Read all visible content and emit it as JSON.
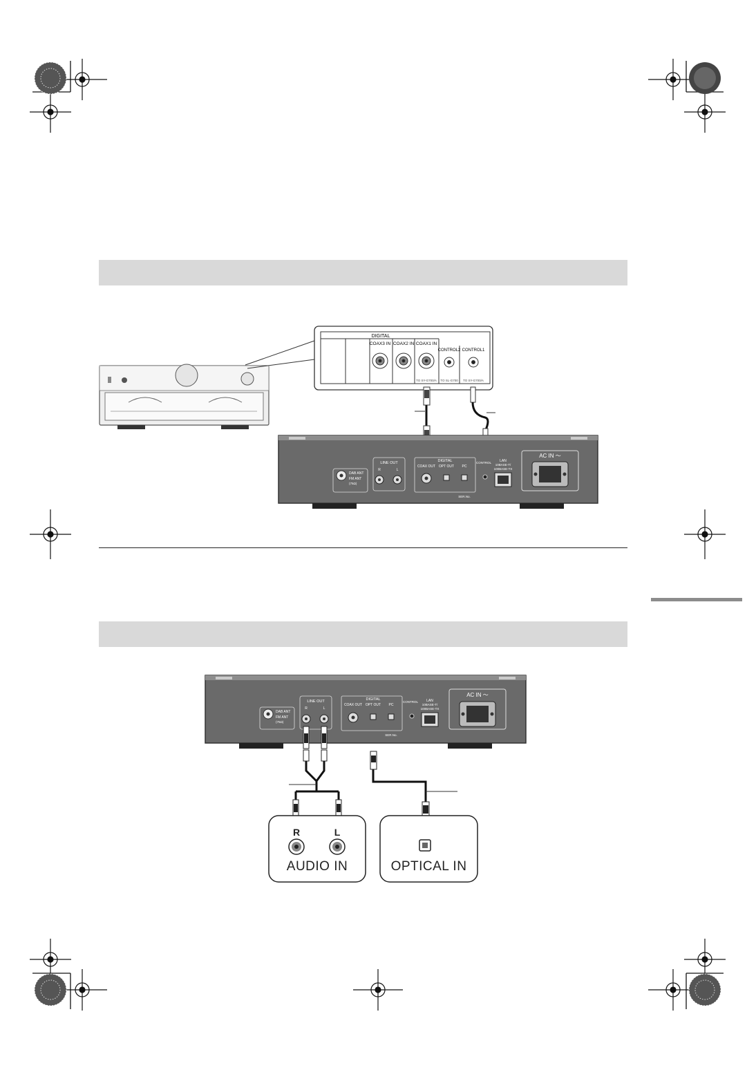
{
  "sections": [
    {
      "id": "digital-connection"
    },
    {
      "id": "analog-optical-connection"
    }
  ],
  "figure1": {
    "inset": {
      "digital": "DIGITAL",
      "coax3": "COAX3  IN",
      "coax2": "COAX2  IN",
      "coax1": "COAX1  IN",
      "control2": "CONTROL2",
      "control1": "CONTROL1",
      "to2": "TO SL-G700",
      "to1": "TO SY-G700/A"
    },
    "rear": {
      "dab": "DAB ANT",
      "fm": "FM ANT",
      "ohm": "(75Ω)",
      "line_out": "LINE OUT",
      "r": "R",
      "l": "L",
      "digital": "DIGITAL",
      "coax_out": "COAX OUT",
      "opt_out": "OPT OUT",
      "pc": "PC",
      "control": "CONTROL",
      "lan": "LAN",
      "lan2": "10BASE-T/",
      "lan3": "100BASE-TX",
      "ac_in": "AC IN ～",
      "ser": "SER.No."
    }
  },
  "figure2": {
    "rear": {
      "dab": "DAB ANT",
      "fm": "FM ANT",
      "ohm": "(75Ω)",
      "line_out": "LINE OUT",
      "r": "R",
      "l": "L",
      "digital": "DIGITAL",
      "coax_out": "COAX OUT",
      "opt_out": "OPT OUT",
      "pc": "PC",
      "control": "CONTROL",
      "lan": "LAN",
      "lan2": "10BASE-T/",
      "lan3": "100BASE-TX",
      "ac_in": "AC IN ～",
      "ser": "SER.No."
    },
    "audio_in": {
      "r": "R",
      "l": "L",
      "label": "AUDIO IN"
    },
    "optical_in": {
      "label": "OPTICAL IN"
    }
  }
}
